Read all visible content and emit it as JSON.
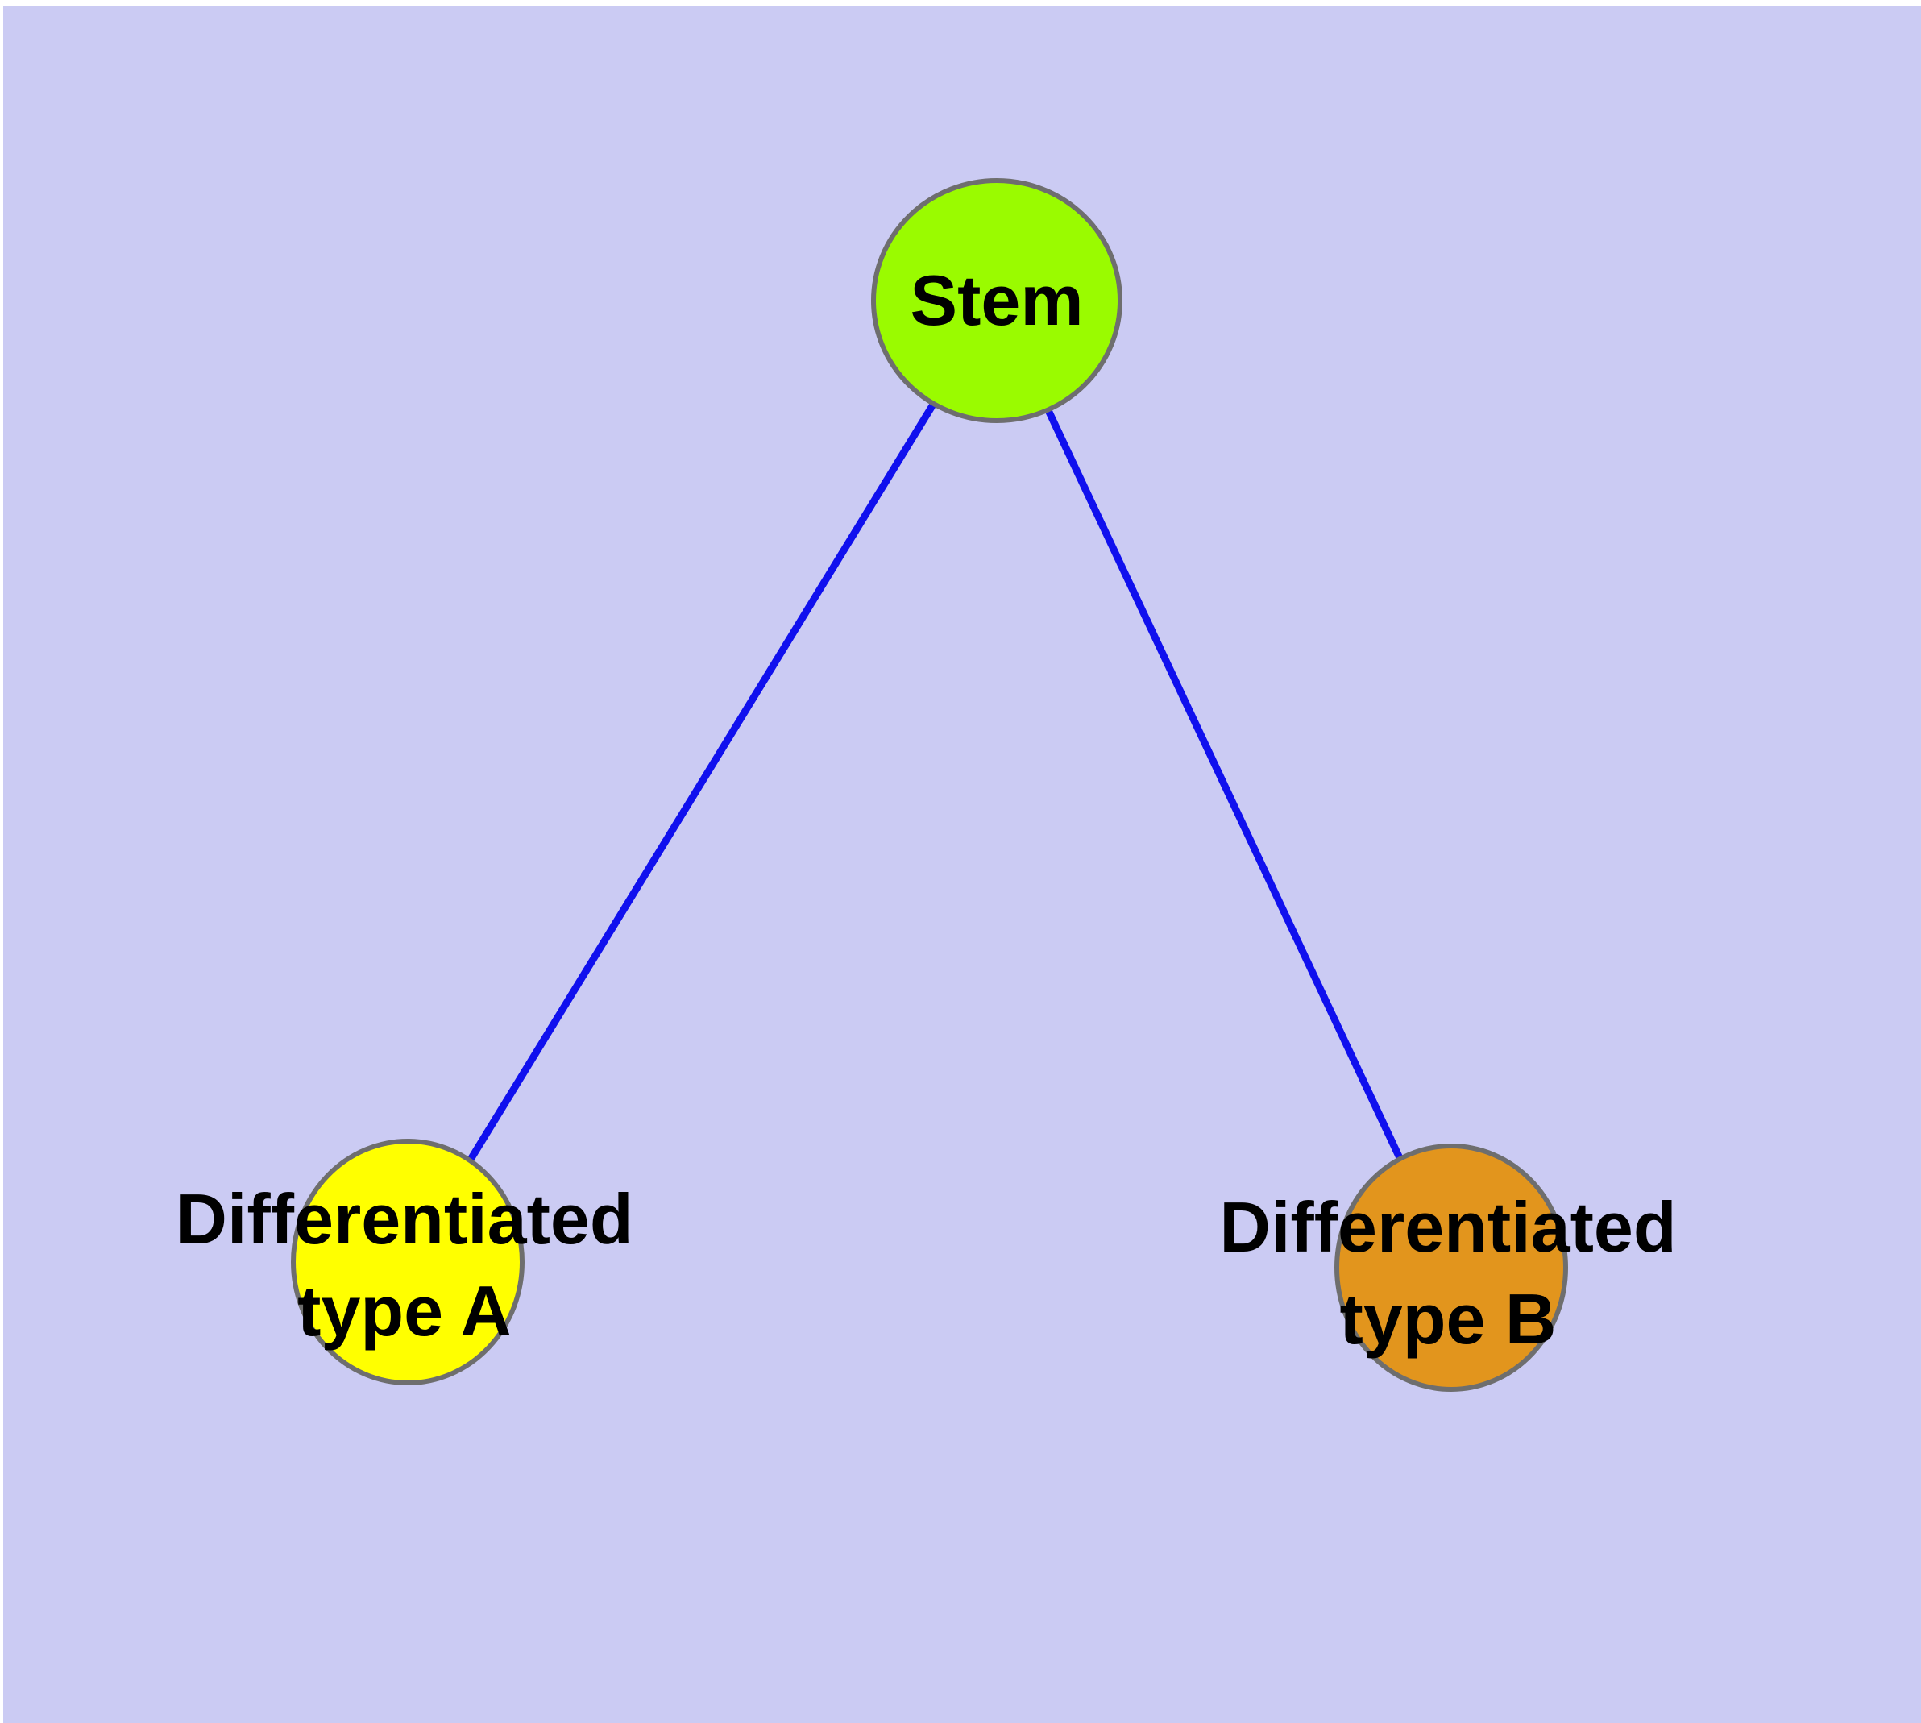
{
  "diagram": {
    "type": "graph",
    "margin_color": "#ffffff",
    "background_color": "#cbcbf3",
    "edge_color": "#1010ee",
    "node_border_color": "#6e6e6e",
    "text_color": "#000000",
    "nodes": [
      {
        "id": "stem",
        "label": "Stem",
        "label_lines": [
          "Stem"
        ],
        "color": "#9afb00"
      },
      {
        "id": "differentiated-type-a",
        "label": "Differentiated type A",
        "label_lines": [
          "Differentiated",
          "type A"
        ],
        "color": "#ffff00"
      },
      {
        "id": "differentiated-type-b",
        "label": "Differentiated type B",
        "label_lines": [
          "Differentiated",
          "type B"
        ],
        "color": "#e2951d"
      }
    ],
    "edges": [
      {
        "from": "Stem",
        "to": "Differentiated type A"
      },
      {
        "from": "Stem",
        "to": "Differentiated type B"
      }
    ]
  }
}
